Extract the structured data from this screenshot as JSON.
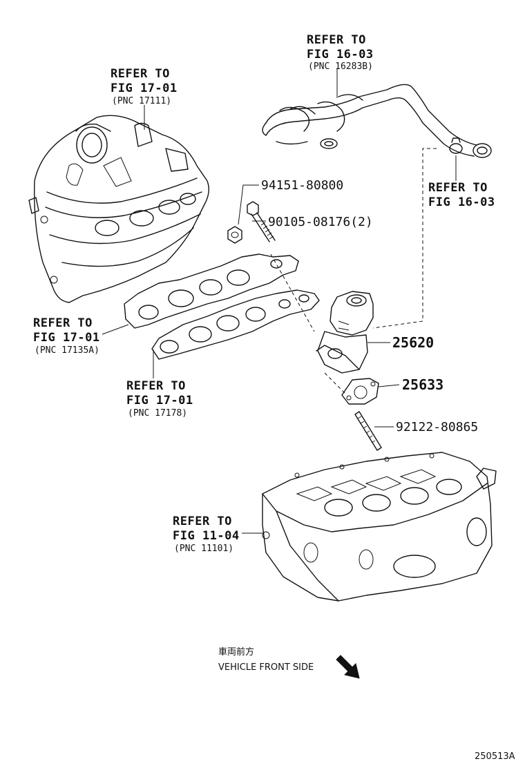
{
  "callouts": {
    "intake_manifold": {
      "line1": "REFER TO",
      "line2": "FIG 17-01",
      "pnc": "(PNC 17111)"
    },
    "hose": {
      "line1": "REFER TO",
      "line2": "FIG 16-03",
      "pnc": "(PNC 16283B)"
    },
    "clamp": {
      "line1": "REFER TO",
      "line2": "FIG 16-03"
    },
    "gasket_upper": {
      "line1": "REFER TO",
      "line2": "FIG 17-01",
      "pnc": "(PNC 17135A)"
    },
    "gasket_lower": {
      "line1": "REFER TO",
      "line2": "FIG 17-01",
      "pnc": "(PNC 17178)"
    },
    "cylinder_head": {
      "line1": "REFER TO",
      "line2": "FIG 11-04",
      "pnc": "(PNC 11101)"
    }
  },
  "part_numbers": {
    "nut": "94151-80800",
    "bolt": "90105-08176(2)",
    "egr_valve": "25620",
    "egr_gasket": "25633",
    "stud": "92122-80865"
  },
  "front_indicator": {
    "japanese": "車両前方",
    "english": "VEHICLE FRONT SIDE"
  },
  "figure_id": "250513A"
}
